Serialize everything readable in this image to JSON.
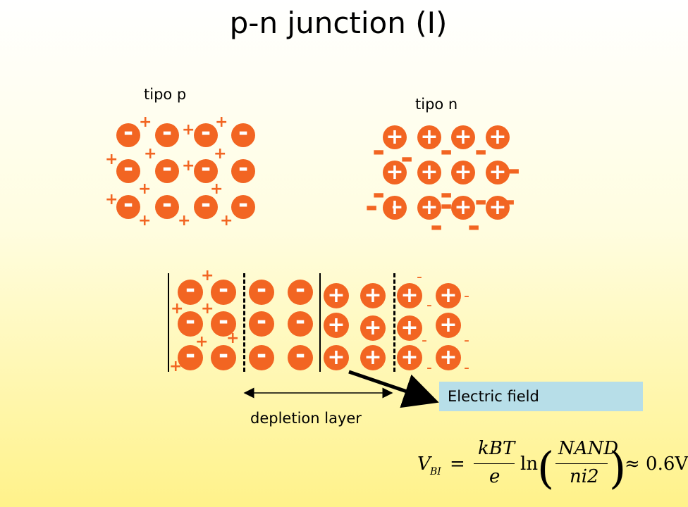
{
  "title": "p-n junction (I)",
  "labels": {
    "p_type": "tipo p",
    "n_type": "tipo n",
    "depletion": "depletion layer",
    "field": "Electric field"
  },
  "charges": {
    "negative": "-",
    "positive": "+"
  },
  "formula": {
    "lhs": "V",
    "lhs_sub": "BI",
    "eq": "=",
    "numerator": "kBT",
    "denominator": "e",
    "ln": "ln",
    "inner_num": "NAND",
    "inner_den": "ni2",
    "approx": "≈ 0.6V"
  },
  "colors": {
    "ion_fill": "#f26522",
    "field_box": "#b7dee8",
    "text": "#000000"
  }
}
